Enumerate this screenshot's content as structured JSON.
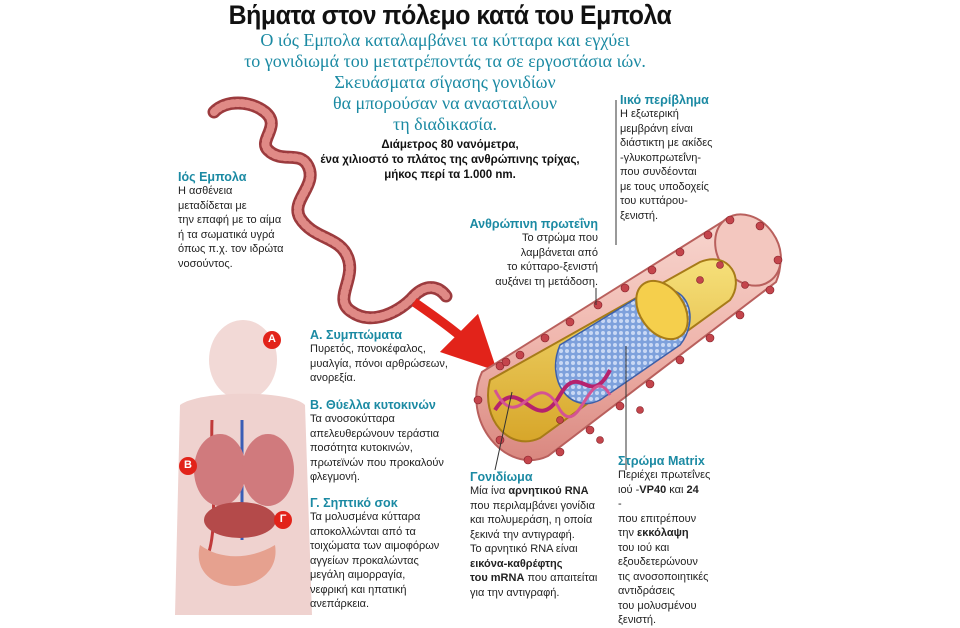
{
  "title": "Βήματα στον πόλεμο κατά του Εμπολα",
  "intro": [
    "Ο ιός Εμπολα καταλαμβάνει τα κύτταρα και εγχύει",
    "το γονιδιωμά του μετατρέποντάς τα σε εργοστάσια ιών.",
    "Σκευάσματα σίγασης γονιδίων",
    "θα μπορούσαν να ανασταιλουν",
    "τη διαδικασία."
  ],
  "dimensions": [
    "Διάμετρος 80 νανόμετρα,",
    "ένα χιλιοστό το πλάτος της ανθρώπινης τρίχας,",
    "μήκος περί τα 1.000 nm."
  ],
  "virus": {
    "heading": "Ιός Εμπολα",
    "lines": [
      "Η ασθένεια",
      "μεταδίδεται με",
      "την επαφή με το αίμα",
      "ή τα σωματικά υγρά",
      "όπως π.χ. τον ιδρώτα",
      "νοσούντος."
    ]
  },
  "envelope": {
    "heading": "Ιικό περίβλημα",
    "lines": [
      "Η εξωτερική",
      "μεμβράνη είναι",
      "διάστικτη με ακίδες",
      "-γλυκοπρωτεΐνη-",
      "που συνδέονται",
      "με τους υποδοχείς",
      "του κυττάρου-",
      "ξενιστή."
    ]
  },
  "protein": {
    "heading": "Ανθρώπινη πρωτεΐνη",
    "lines": [
      "Το στρώμα που",
      "λαμβάνεται από",
      "το κύτταρο-ξενιστή",
      "αυξάνει τη μετάδοση."
    ]
  },
  "symptoms": [
    {
      "heading": "Α. Συμπτώματα",
      "lines": [
        "Πυρετός, πονοκέφαλος,",
        "μυαλγία, πόνοι αρθρώσεων,",
        "ανορεξία."
      ]
    },
    {
      "heading": "Β. Θύελλα κυτοκινών",
      "lines": [
        "Τα ανοσοκύτταρα",
        "απελευθερώνουν τεράστια",
        "ποσότητα κυτοκινών,",
        "πρωτεϊνών που προκαλούν",
        "φλεγμονή."
      ]
    },
    {
      "heading": "Γ. Σηπτικό σοκ",
      "lines": [
        "Τα μολυσμένα κύτταρα",
        "αποκολλώνται από τα",
        "τοιχώματα των αιμοφόρων",
        "αγγείων προκαλώντας",
        "μεγάλη αιμορραγία,",
        "νεφρική και ηπατική",
        "ανεπάρκεια."
      ]
    }
  ],
  "genome": {
    "heading": "Γονιδίωμα",
    "l1": "Μία ίνα ",
    "l1b": "αρνητικού RNA",
    "l2": "που περιλαμβάνει γονίδια",
    "l3": "και πολυμεράση, η οποία",
    "l4": "ξεκινά την αντιγραφή.",
    "l5": "Το αρνητικό RNA είναι",
    "l6b": "εικόνα-καθρέφτης",
    "l7b": "του mRNA",
    "l7": " που απαιτείται",
    "l8": "για την αντιγραφή."
  },
  "matrix": {
    "heading": "Στρώμα Matrix",
    "l1": "Περιέχει πρωτεΐνες",
    "l2": "ιού -",
    "l2b": "VP40",
    "l2c": " και ",
    "l2d": "24",
    "l3": "-",
    "l4": "που επιτρέπουν",
    "l5": "την ",
    "l5b": "εκκόλαψη",
    "l6": "του ιού και",
    "l7": "εξουδετερώνουν",
    "l8": "τις ανοσοποιητικές",
    "l9": "αντιδράσεις",
    "l10": "του μολυσμένου",
    "l11": "ξενιστή."
  },
  "badges": [
    "A",
    "B",
    "Γ"
  ],
  "colors": {
    "accent": "#1b8aa3",
    "virus": "#c9595c",
    "envelope": "#f2c3bd",
    "capsid": "#6f8fd0",
    "arrow": "#e2231a"
  }
}
